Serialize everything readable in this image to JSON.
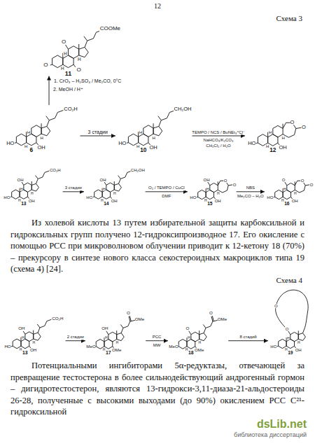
{
  "diagram": {
    "nodes": [
      {
        "text": [
          "11",
          "O",
          "O",
          "O",
          "H",
          "H",
          "H",
          "COOMe"
        ]
      },
      {
        "text": [
          "6",
          "HO",
          "OH",
          "H",
          "H",
          "H",
          "CO₂H"
        ]
      },
      {
        "text": [
          "10",
          "HO",
          "OH",
          "H",
          "H",
          "H",
          "CH₂OH"
        ]
      },
      {
        "text": [
          "12",
          "HO",
          "OH",
          "H",
          "H",
          "H",
          "O",
          "O"
        ]
      },
      {
        "text": [
          "13",
          "HO",
          "OH",
          "OH",
          "H",
          "H",
          "H",
          "CO₂H"
        ]
      },
      {
        "text": [
          "14",
          "HO",
          "OH",
          "OH",
          "H",
          "H",
          "H",
          "CH₂OH"
        ]
      },
      {
        "text": [
          "15",
          "HO",
          "OH",
          "OH",
          "H",
          "H",
          "H",
          "O",
          "O"
        ]
      },
      {
        "text": [
          "16",
          "HO",
          "OH",
          "O",
          "H",
          "H",
          "H",
          "O",
          "O"
        ]
      },
      {
        "text": [
          "13",
          "HO",
          "OH",
          "OH",
          "H",
          "H",
          "H",
          "CO₂H"
        ]
      },
      {
        "text": [
          "17",
          "MeO",
          "OMe",
          "OH",
          "H",
          "H",
          "H",
          "O",
          "OMe"
        ]
      },
      {
        "text": [
          "18",
          "MeO",
          "OMe",
          "O",
          "H",
          "H",
          "H",
          "O",
          "OMe"
        ]
      },
      {
        "text": [
          "19",
          "HO",
          "OH",
          "O",
          "O",
          "H",
          "H",
          "H"
        ]
      }
    ],
    "edges": [
      {
        "from": 1,
        "to": 0,
        "label": "1. CrO₃ – H₂SO₄ / Me₂CO, 0°C",
        "arrow": "to"
      },
      {
        "from": 1,
        "to": 2,
        "label": "3 стадии",
        "arrow": "to"
      },
      {
        "from": 2,
        "to": 3,
        "label": "TEMPO / NCS / BuNEt₃⁺Cl⁻",
        "arrow": "to"
      },
      {
        "from": 4,
        "to": 5,
        "label": "3 стадии",
        "arrow": "to"
      },
      {
        "from": 5,
        "to": 6,
        "label": "O₂ / TEMPO / CuCl",
        "arrow": "to"
      },
      {
        "from": 6,
        "to": 7,
        "label": "NBS",
        "arrow": "to"
      },
      {
        "from": 8,
        "to": 9,
        "label": "2 стадии",
        "arrow": "to"
      },
      {
        "from": 9,
        "to": 10,
        "label": "PCC",
        "arrow": "to"
      },
      {
        "from": 10,
        "to": 11,
        "label": "8 стадий",
        "arrow": "to"
      }
    ],
    "labels": [
      "12",
      "Схема 3",
      "2. MeOH / H⁺",
      "NaHCO₃/K₂CO₃",
      "CH₂Cl₂ / H₂O",
      "DMF",
      "Me₂CO – H₂O",
      "Из холевой кислоты 13 путем избирательной защиты карбоксильной и гидроксильных групп получено 12-гидроксипроизводное 17. Его окисление с помощью PCC при микроволновом облучении приводит к 12-кетону 18 (70%) – прекурсору в синтезе нового класса секостероидных макроциклов типа 19 (схема 4) [24].",
      "Схема 4",
      "MW",
      "Потенциальными ингибиторами 5α-редуктазы, отвечающей за превращение тестостерона в более сильнодействующий андрогенный гормон – дигидротестостерон, являются 13-гидрокси-3,11-диаза-21-альдостероиды 26-28, полученные с высокими выходами (до 90%) окислением PCC C²¹-гидроксильной",
      "dsLib.net",
      "библиотека диссертаций"
    ]
  }
}
